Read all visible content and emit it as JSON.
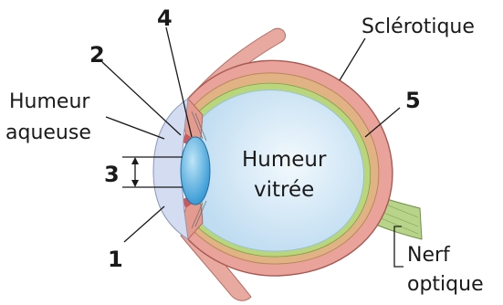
{
  "labels": {
    "humeur_aqueuse_line1": "Humeur",
    "humeur_aqueuse_line2": "aqueuse",
    "humeur_vitree_line1": "Humeur",
    "humeur_vitree_line2": "vitrée",
    "sclerotique": "Sclérotique",
    "nerf_optique_line1": "Nerf",
    "nerf_optique_line2": "optique"
  },
  "numbers": {
    "n1": "1",
    "n2": "2",
    "n3": "3",
    "n4": "4",
    "n5": "5"
  },
  "colors": {
    "sclera": "#e9a39b",
    "sclera_inner": "#f4ccc2",
    "choroid": "#e1b384",
    "retina": "#b9d67c",
    "vitreous": "#cfe6f6",
    "vitreous_center": "#eaf5fc",
    "lens": "#4fb0e2",
    "aqueous": "#d3dcf0",
    "muscle": "#e7a9a0",
    "iris": "#c9585a",
    "nerve": "#b8d48a"
  }
}
